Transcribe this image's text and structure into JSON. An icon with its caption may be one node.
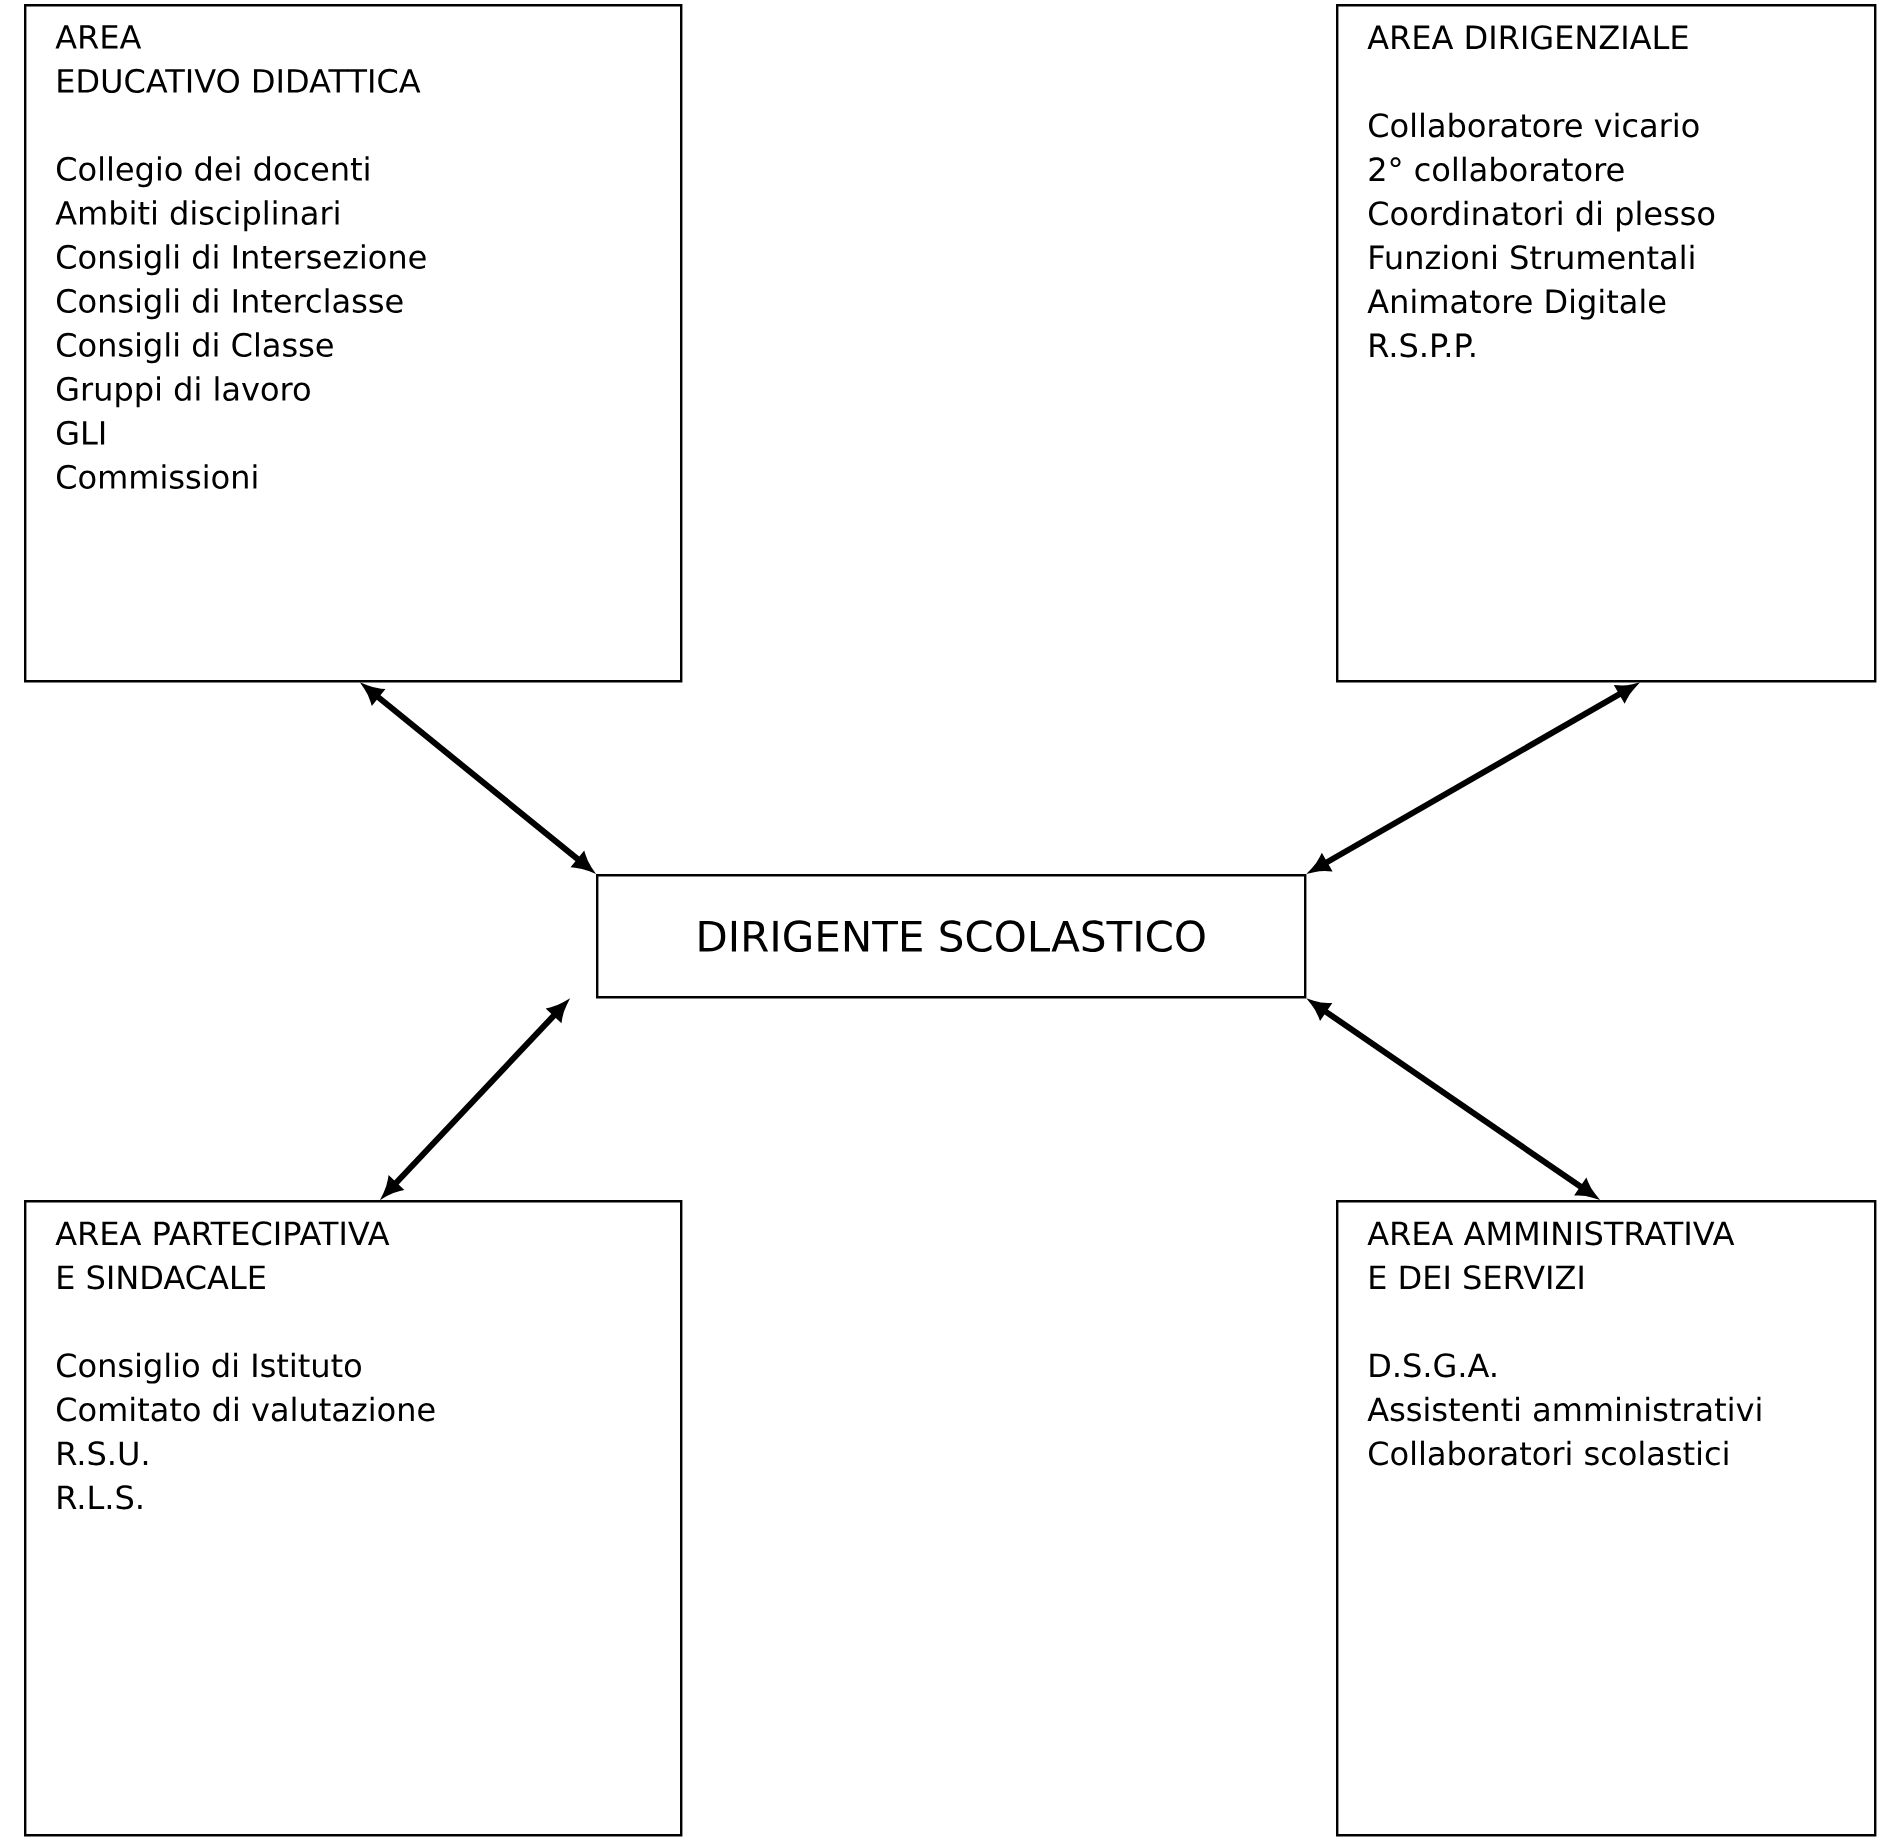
{
  "diagram": {
    "nodes": [
      {
        "text": [
          "AREA",
          "EDUCATIVO  DIDATTICA",
          "Collegio dei docenti",
          "Ambiti disciplinari",
          "Consigli di Intersezione",
          "Consigli di Interclasse",
          "Consigli di Classe",
          "Gruppi di lavoro",
          "GLI",
          "Commissioni"
        ]
      },
      {
        "text": [
          "AREA DIRIGENZIALE",
          "Collaboratore vicario",
          "2° collaboratore",
          "Coordinatori di plesso",
          "Funzioni Strumentali",
          "Animatore Digitale",
          "R.S.P.P."
        ]
      },
      {
        "text": [
          "DIRIGENTE SCOLASTICO"
        ]
      },
      {
        "text": [
          "AREA PARTECIPATIVA",
          "E SINDACALE",
          "Consiglio di Istituto",
          "Comitato di valutazione",
          "R.S.U.",
          "R.L.S."
        ]
      },
      {
        "text": [
          "AREA AMMINISTRATIVA",
          "E DEI SERVIZI",
          "D.S.G.A.",
          "Assistenti amministrativi",
          "Collaboratori scolastici"
        ]
      }
    ],
    "edges": [
      {
        "from": 0,
        "to": 2,
        "arrow": "both"
      },
      {
        "from": 1,
        "to": 2,
        "arrow": "both"
      },
      {
        "from": 2,
        "to": 3,
        "arrow": "both"
      },
      {
        "from": 2,
        "to": 4,
        "arrow": "both"
      }
    ]
  }
}
